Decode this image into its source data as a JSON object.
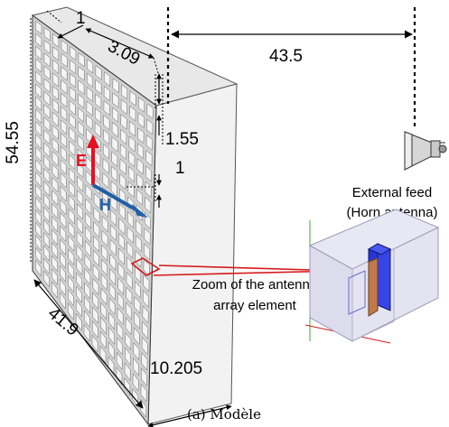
{
  "dimensions": {
    "cell_thickness": "1",
    "cell_width": "3.09",
    "distance_to_feed": "43.5",
    "array_height": "54.55",
    "cell_gap": "1.55",
    "cell_spacing": "1",
    "array_width": "41.9",
    "array_depth": "10.205"
  },
  "field": {
    "e_label": "E",
    "h_label": "H",
    "e_color": "#e8101e",
    "h_color": "#1f5fa8"
  },
  "feed": {
    "line1": "External feed",
    "line2": "(Horn antenna)"
  },
  "zoom": {
    "line1": "Zoom of the antenna",
    "line2": "array element"
  },
  "caption": "(a)  Modèle"
}
